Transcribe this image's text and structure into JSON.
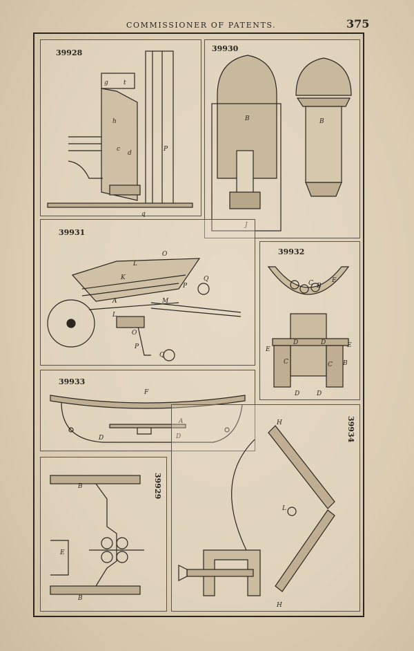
{
  "header": {
    "title": "COMMISSIONER OF PATENTS.",
    "page_number": "375"
  },
  "figures": [
    {
      "id": "fig-39928",
      "number": "39928",
      "letters": [
        "g",
        "t",
        "h",
        "c",
        "d",
        "P",
        "q"
      ]
    },
    {
      "id": "fig-39930",
      "number": "39930",
      "letters": [
        "B",
        "J",
        "B"
      ]
    },
    {
      "id": "fig-39931",
      "number": "39931",
      "letters": [
        "O",
        "L",
        "K",
        "A",
        "P",
        "Q",
        "M",
        "L",
        "O",
        "P",
        "Q"
      ]
    },
    {
      "id": "fig-39932",
      "number": "39932",
      "letters": [
        "C",
        "B",
        "E",
        "D",
        "D",
        "E",
        "E",
        "C",
        "C",
        "B",
        "D",
        "D"
      ]
    },
    {
      "id": "fig-39933",
      "number": "39933",
      "letters": [
        "F",
        "A",
        "D",
        "D"
      ]
    },
    {
      "id": "fig-39929",
      "number": "39929",
      "letters": [
        "B",
        "E",
        "B"
      ]
    },
    {
      "id": "fig-39934",
      "number": "39934",
      "letters": [
        "H",
        "H",
        "L"
      ]
    }
  ],
  "palette": {
    "paper": "#e2d5bd",
    "ink": "#2a2622"
  }
}
